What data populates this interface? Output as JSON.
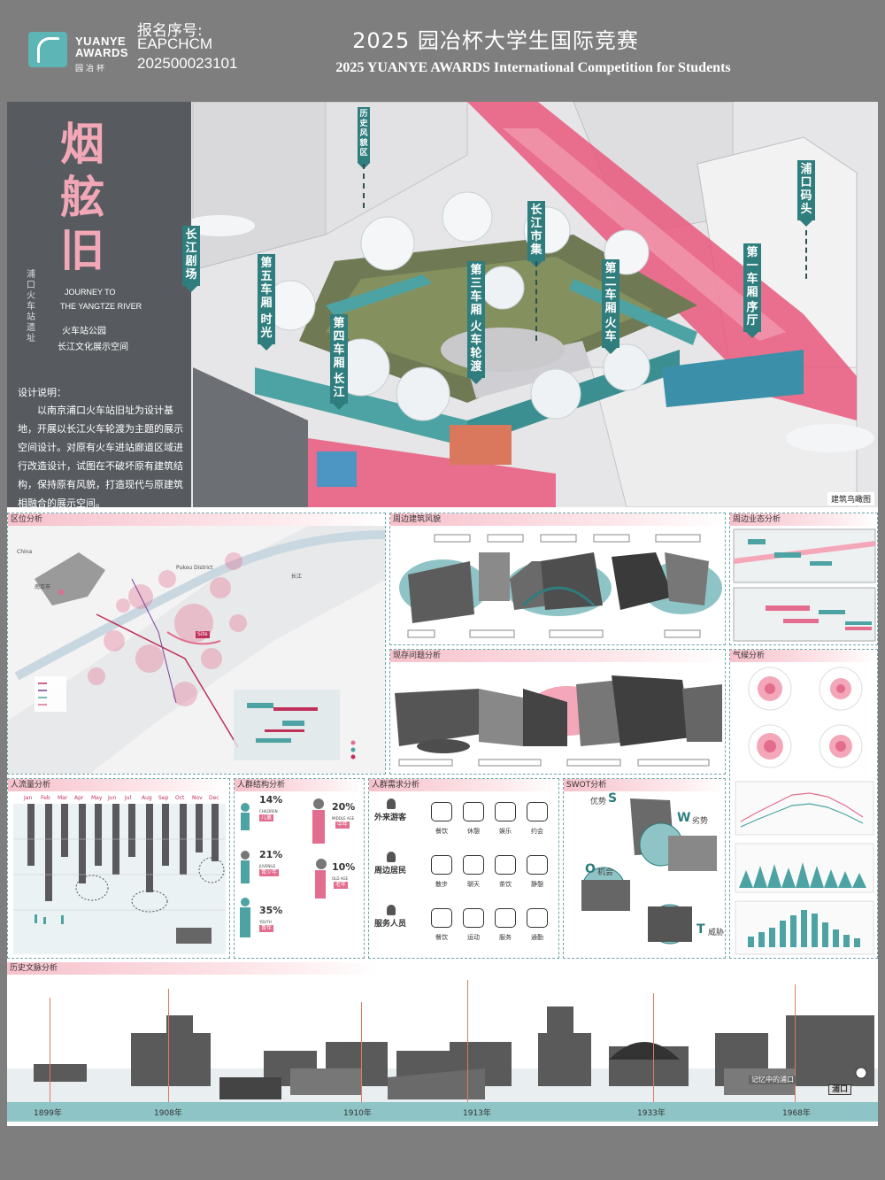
{
  "header": {
    "logo_en": "YUANYE AWARDS",
    "logo_cn": "园冶杯",
    "reg_label": "报名序号:",
    "reg_code1": "EAPCHCM",
    "reg_code2": "202500023101",
    "title_cn": "2025 园冶杯大学生国际竞赛",
    "title_en": "2025 YUANYE AWARDS International Competition for  Students"
  },
  "hero": {
    "big_chars": [
      "烟",
      "舷",
      "旧"
    ],
    "side_label": "浦口火车站遗址",
    "en_line1": "JOURNEY TO",
    "en_line2": "THE YANGTZE RIVER",
    "sub1": "火车站公园",
    "sub2": "长江文化展示空间",
    "design_title": "设计说明：",
    "design_text": "以南京浦口火车站旧址为设计基地，开展以长江火车轮渡为主题的展示空间设计。对原有火车进站廊道区域进行改造设计，试图在不破坏原有建筑结构，保持原有风貌，打造现代与原建筑相融合的展示空间。",
    "tags": {
      "history": "历史风貌区",
      "pukou": "浦口码头",
      "theatre": "长江剧场",
      "car5": "第五车厢",
      "car5b": "时光",
      "car4": "第四车厢",
      "car4b": "长江",
      "car3": "第三车厢",
      "car3b": "火车轮渡",
      "market": "长江市集",
      "car2": "第二车厢",
      "car2b": "火车",
      "car1": "第一车厢",
      "car1b": "序厅"
    },
    "caption": "建筑鸟瞰图"
  },
  "sections": {
    "location": "区位分析",
    "buildings": "周边建筑风貌",
    "ecology": "周边业态分析",
    "problems": "现存问题分析",
    "climate": "气候分析",
    "flow": "人流量分析",
    "crowd": "人群结构分析",
    "needs": "人群需求分析",
    "swot": "SWOT分析",
    "history": "历史文脉分析"
  },
  "location": {
    "china": "China",
    "nanjing": "南京市",
    "pukou": "Pukou District",
    "river": "长江",
    "site": "Site"
  },
  "crowd": {
    "children_pct": "14%",
    "children_en": "CHILDREN",
    "children_cn": "儿童",
    "middle_pct": "20%",
    "middle_en": "MIDDLE AGE",
    "middle_cn": "中年",
    "juvenile_pct": "21%",
    "juvenile_en": "JUVENILE",
    "juvenile_cn": "青少年",
    "old_pct": "10%",
    "old_en": "OLD AGE",
    "old_cn": "老年",
    "youth_pct": "35%",
    "youth_en": "YOUTH",
    "youth_cn": "青年"
  },
  "needs": {
    "groups": [
      {
        "name": "外来游客",
        "items": [
          "餐饮",
          "休憩",
          "娱乐",
          "约会"
        ]
      },
      {
        "name": "周边居民",
        "items": [
          "散步",
          "聊天",
          "茶饮",
          "静憩"
        ]
      },
      {
        "name": "服务人员",
        "items": [
          "餐饮",
          "运动",
          "服务",
          "通勤"
        ]
      }
    ]
  },
  "swot": {
    "s": "优势",
    "s_letter": "S",
    "w": "劣势",
    "w_letter": "W",
    "o": "机会",
    "o_letter": "O",
    "t": "威胁",
    "t_letter": "T"
  },
  "flow": {
    "months": [
      "Jan",
      "Feb",
      "Mar",
      "Apr",
      "May",
      "Jun",
      "Jul",
      "Aug",
      "Sep",
      "Oct",
      "Nov",
      "Dec"
    ]
  },
  "history": {
    "years": [
      "1899年",
      "1908年",
      "1910年",
      "1913年",
      "1933年",
      "1968年"
    ],
    "banner": "记忆中的浦口",
    "stamp": "浦口"
  },
  "colors": {
    "accent_pink": "#e36d8e",
    "accent_teal": "#2f7d7d",
    "band_teal": "#8fc4c6"
  }
}
